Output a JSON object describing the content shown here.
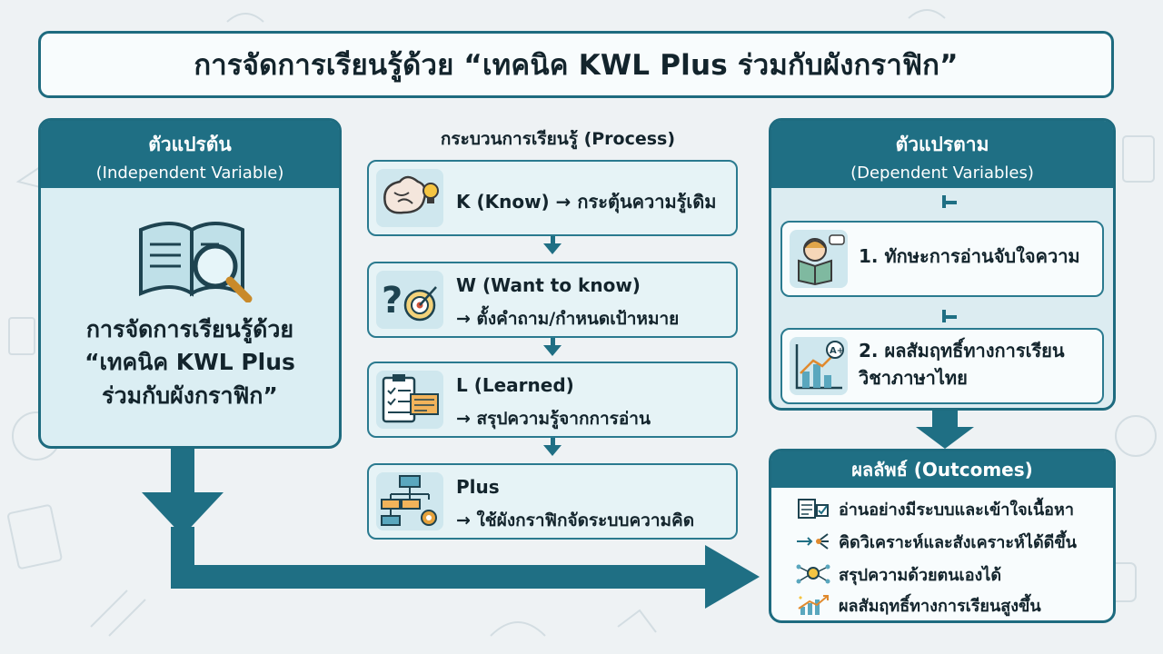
{
  "title": "การจัดการเรียนรู้ด้วย “เทคนิค KWL Plus ร่วมกับผังกราฟิก”",
  "independent": {
    "heading": "ตัวแปรต้น",
    "subheading": "(Independent Variable)",
    "line1": "การจัดการเรียนรู้ด้วย",
    "line2": "“เทคนิค KWL Plus",
    "line3": "ร่วมกับผังกราฟิก”",
    "icon": "book-magnifier-icon"
  },
  "process": {
    "heading": "กระบวนการเรียนรู้ (Process)",
    "steps": [
      {
        "title": "K (Know) → กระตุ้นความรู้เดิม",
        "desc": "",
        "icon": "brain-lightbulb-icon"
      },
      {
        "title": "W (Want to know)",
        "desc": "→ ตั้งคำถาม/กำหนดเป้าหมาย",
        "icon": "question-target-icon"
      },
      {
        "title": "L (Learned)",
        "desc": "→ สรุปความรู้จากการอ่าน",
        "icon": "clipboard-notes-icon"
      },
      {
        "title": "Plus",
        "desc": "→ ใช้ผังกราฟิกจัดระบบความคิด",
        "icon": "flowchart-gear-icon"
      }
    ]
  },
  "dependent": {
    "heading": "ตัวแปรตาม",
    "subheading": "(Dependent Variables)",
    "items": [
      {
        "text": "1. ทักษะการอ่านจับใจความ",
        "icon": "student-reading-icon"
      },
      {
        "line1": "2. ผลสัมฤทธิ์ทางการเรียน",
        "line2": "วิชาภาษาไทย",
        "icon": "achievement-chart-icon"
      }
    ]
  },
  "outcomes": {
    "heading": "ผลลัพธ์ (Outcomes)",
    "items": [
      {
        "text": "อ่านอย่างมีระบบและเข้าใจเนื้อหา",
        "icon": "checklist-icon"
      },
      {
        "text": "คิดวิเคราะห์และสังเคราะห์ได้ดีขึ้น",
        "icon": "analysis-arrows-icon"
      },
      {
        "text": "สรุปความด้วยตนเองได้",
        "icon": "idea-network-icon"
      },
      {
        "text": "ผลสัมฤทธิ์ทางการเรียนสูงขึ้น",
        "icon": "rising-chart-icon"
      }
    ]
  },
  "colors": {
    "teal": "#1f6f84",
    "light_teal": "#dbeef3",
    "background": "#eef2f4"
  }
}
